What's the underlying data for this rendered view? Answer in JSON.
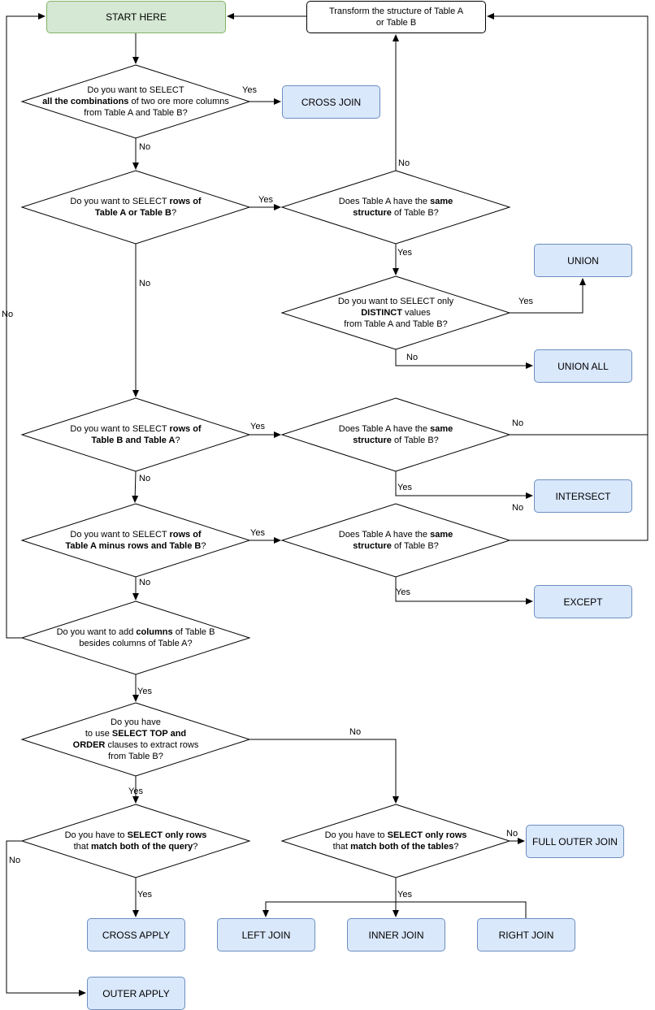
{
  "boxes": {
    "start": "START HERE",
    "transform_1": "Transform the structure of Table A",
    "transform_2": "or Table B",
    "cross_join": "CROSS JOIN",
    "union": "UNION",
    "union_all": "UNION ALL",
    "intersect": "INTERSECT",
    "except": "EXCEPT",
    "full_outer_join": "FULL OUTER JOIN",
    "cross_apply": "CROSS APPLY",
    "left_join": "LEFT JOIN",
    "inner_join": "INNER JOIN",
    "right_join": "RIGHT JOIN",
    "outer_apply": "OUTER APPLY"
  },
  "decisions": {
    "d1": {
      "a": "Do you want to SELECT",
      "b": "all the combinations",
      "c": " of two ore more columns",
      "d": "from Table A and Table B?"
    },
    "d2": {
      "a": "Do you want to SELECT ",
      "b": "rows of",
      "c": "Table A or Table B",
      "d": "?"
    },
    "d3": {
      "a": "Does Table A have the ",
      "b": "same",
      "c": "structure",
      "d": " of Table B?"
    },
    "d4": {
      "a": "Do you want to SELECT only",
      "b": "DISTINCT",
      "c": " values",
      "d": "from Table A and Table B?"
    },
    "d5": {
      "a": "Do you want to SELECT ",
      "b": "rows of",
      "c": "Table B and Table A",
      "d": "?"
    },
    "d6": {
      "a": "Does Table A have the ",
      "b": "same",
      "c": "structure",
      "d": " of Table B?"
    },
    "d7": {
      "a": "Do you want to SELECT ",
      "b": "rows of",
      "c": "Table A minus rows and Table B",
      "d": "?"
    },
    "d8": {
      "a": "Does Table A have the ",
      "b": "same",
      "c": "structure",
      "d": " of Table B?"
    },
    "d9": {
      "a": "Do you want to add ",
      "b": "columns",
      "c": " of Table B",
      "d": "besides columns of Table A?"
    },
    "d10": {
      "a": "Do you have",
      "b": "to use ",
      "c": "SELECT TOP and",
      "d": "ORDER",
      "e": " clauses to extract rows",
      "f": "from Table B?"
    },
    "d11": {
      "a": "Do you have to ",
      "b": "SELECT only rows",
      "c": "that ",
      "d": "match both of the query",
      "e": "?"
    },
    "d12": {
      "a": "Do you have to ",
      "b": "SELECT only rows",
      "c": "that ",
      "d": "match both of the tables",
      "e": "?"
    }
  },
  "edge_labels": {
    "yes": "Yes",
    "no": "No"
  }
}
